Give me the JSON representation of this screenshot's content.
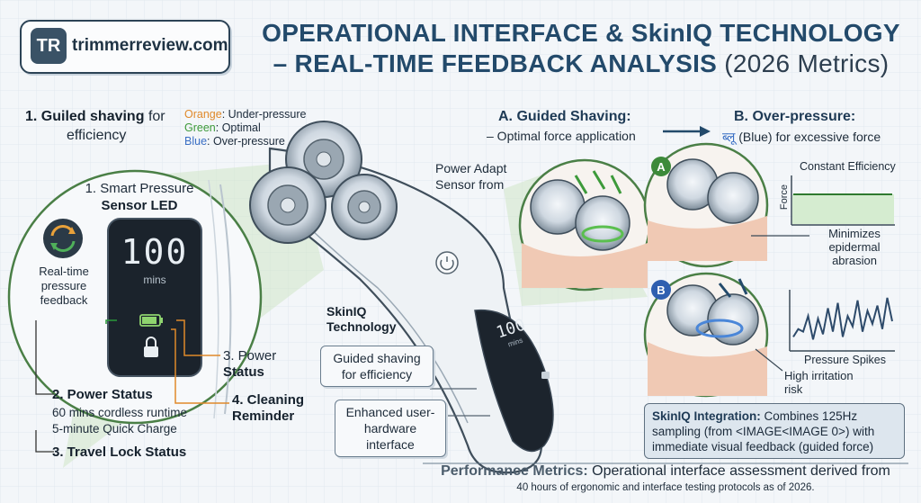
{
  "brand": {
    "logo_mark": "TR",
    "name": "trimmerreview.com"
  },
  "title": {
    "line1": "OPERATIONAL INTERFACE & SkinIQ TECHNOLOGY",
    "line2": "– REAL-TIME FEEDBACK ANALYSIS",
    "year": "(2026 Metrics)"
  },
  "left_panel": {
    "heading_bold": "1. Guiled shaving",
    "heading_rest": "for",
    "heading_line2": "efficiency",
    "legend": [
      {
        "color_name": "Orange",
        "text": ": Under-pressure",
        "color": "#e0892a"
      },
      {
        "color_name": "Green",
        "text": ": Optimal",
        "color": "#3d9a3a"
      },
      {
        "color_name": "Blue",
        "text": ": Over-pressure",
        "color": "#3a6fc4"
      }
    ],
    "sensor_label_line1": "1. Smart Pressure",
    "sensor_label_line2": "Sensor LED",
    "display_value": "100",
    "display_unit": "mins",
    "realtime_line1": "Real-time",
    "realtime_line2": "pressure",
    "realtime_line3": "feedback",
    "power_status_right_line1": "3. Power",
    "power_status_right_line2": "Status",
    "cleaning_line1": "4. Cleaning",
    "cleaning_line2": "Reminder",
    "power_status_bottom": "2. Power Status",
    "runtime": "60 mins cordless runtime",
    "quick_charge": "5-minute Quick Charge",
    "travel_lock": "3. Travel Lock Status"
  },
  "center": {
    "power_adapt_line1": "Power Adapt",
    "power_adapt_line2": "Sensor from",
    "skiniq_line1": "SkinIQ",
    "skiniq_line2": "Technology",
    "guided_line1": "Guided shaving",
    "guided_line2": "for efficiency",
    "enhanced_line1": "Enhanced user-",
    "enhanced_line2": "hardware interface",
    "handle_display_value": "100",
    "handle_display_unit": "mins"
  },
  "right_panel": {
    "a_title": "A. Guided Shaving:",
    "a_sub": "– Optimal force application",
    "b_title": "B. Over-pressure:",
    "b_sub_colored": "ब्लू",
    "b_sub_rest": "(Blue) for excessive force",
    "badge_a": "A",
    "badge_b": "B",
    "chart_a_title": "Constant Efficiency",
    "chart_a_ylabel": "Force",
    "minimizes_line1": "Minimizes",
    "minimizes_line2": "epidermal",
    "minimizes_line3": "abrasion",
    "chart_b_label": "Pressure Spikes",
    "irritation_line1": "High irritation",
    "irritation_line2": "risk"
  },
  "integration": {
    "bold": "SkinIQ Integration:",
    "text": "Combines 125Hz sampling (from <IMAGE<IMAGE 0>) with immediate visual feedback (guided force)"
  },
  "metrics": {
    "bold": "Performance Metrics:",
    "text": "Operational interface assessment derived from",
    "sub": "40 hours of ergonomic and interface testing protocols as of 2026."
  },
  "chart_data": [
    {
      "type": "line",
      "title": "Constant Efficiency",
      "ylabel": "Force",
      "series": [
        {
          "values": [
            0.5,
            0.5,
            0.5,
            0.5,
            0.5,
            0.5
          ]
        }
      ]
    },
    {
      "type": "line",
      "xlabel": "Pressure Spikes",
      "series": [
        {
          "values": [
            0.2,
            0.35,
            0.3,
            0.6,
            0.15,
            0.55,
            0.25,
            0.75,
            0.3,
            0.85,
            0.2,
            0.6,
            0.4,
            0.9,
            0.3,
            0.7,
            0.45,
            0.8,
            0.35,
            0.95,
            0.5
          ]
        }
      ]
    }
  ],
  "colors": {
    "accent_navy": "#234a6b",
    "optimal_green": "#3d9a3a",
    "pressure_blue": "#3a6fc4",
    "warning_orange": "#e0892a",
    "skin": "#f0c9b4"
  }
}
